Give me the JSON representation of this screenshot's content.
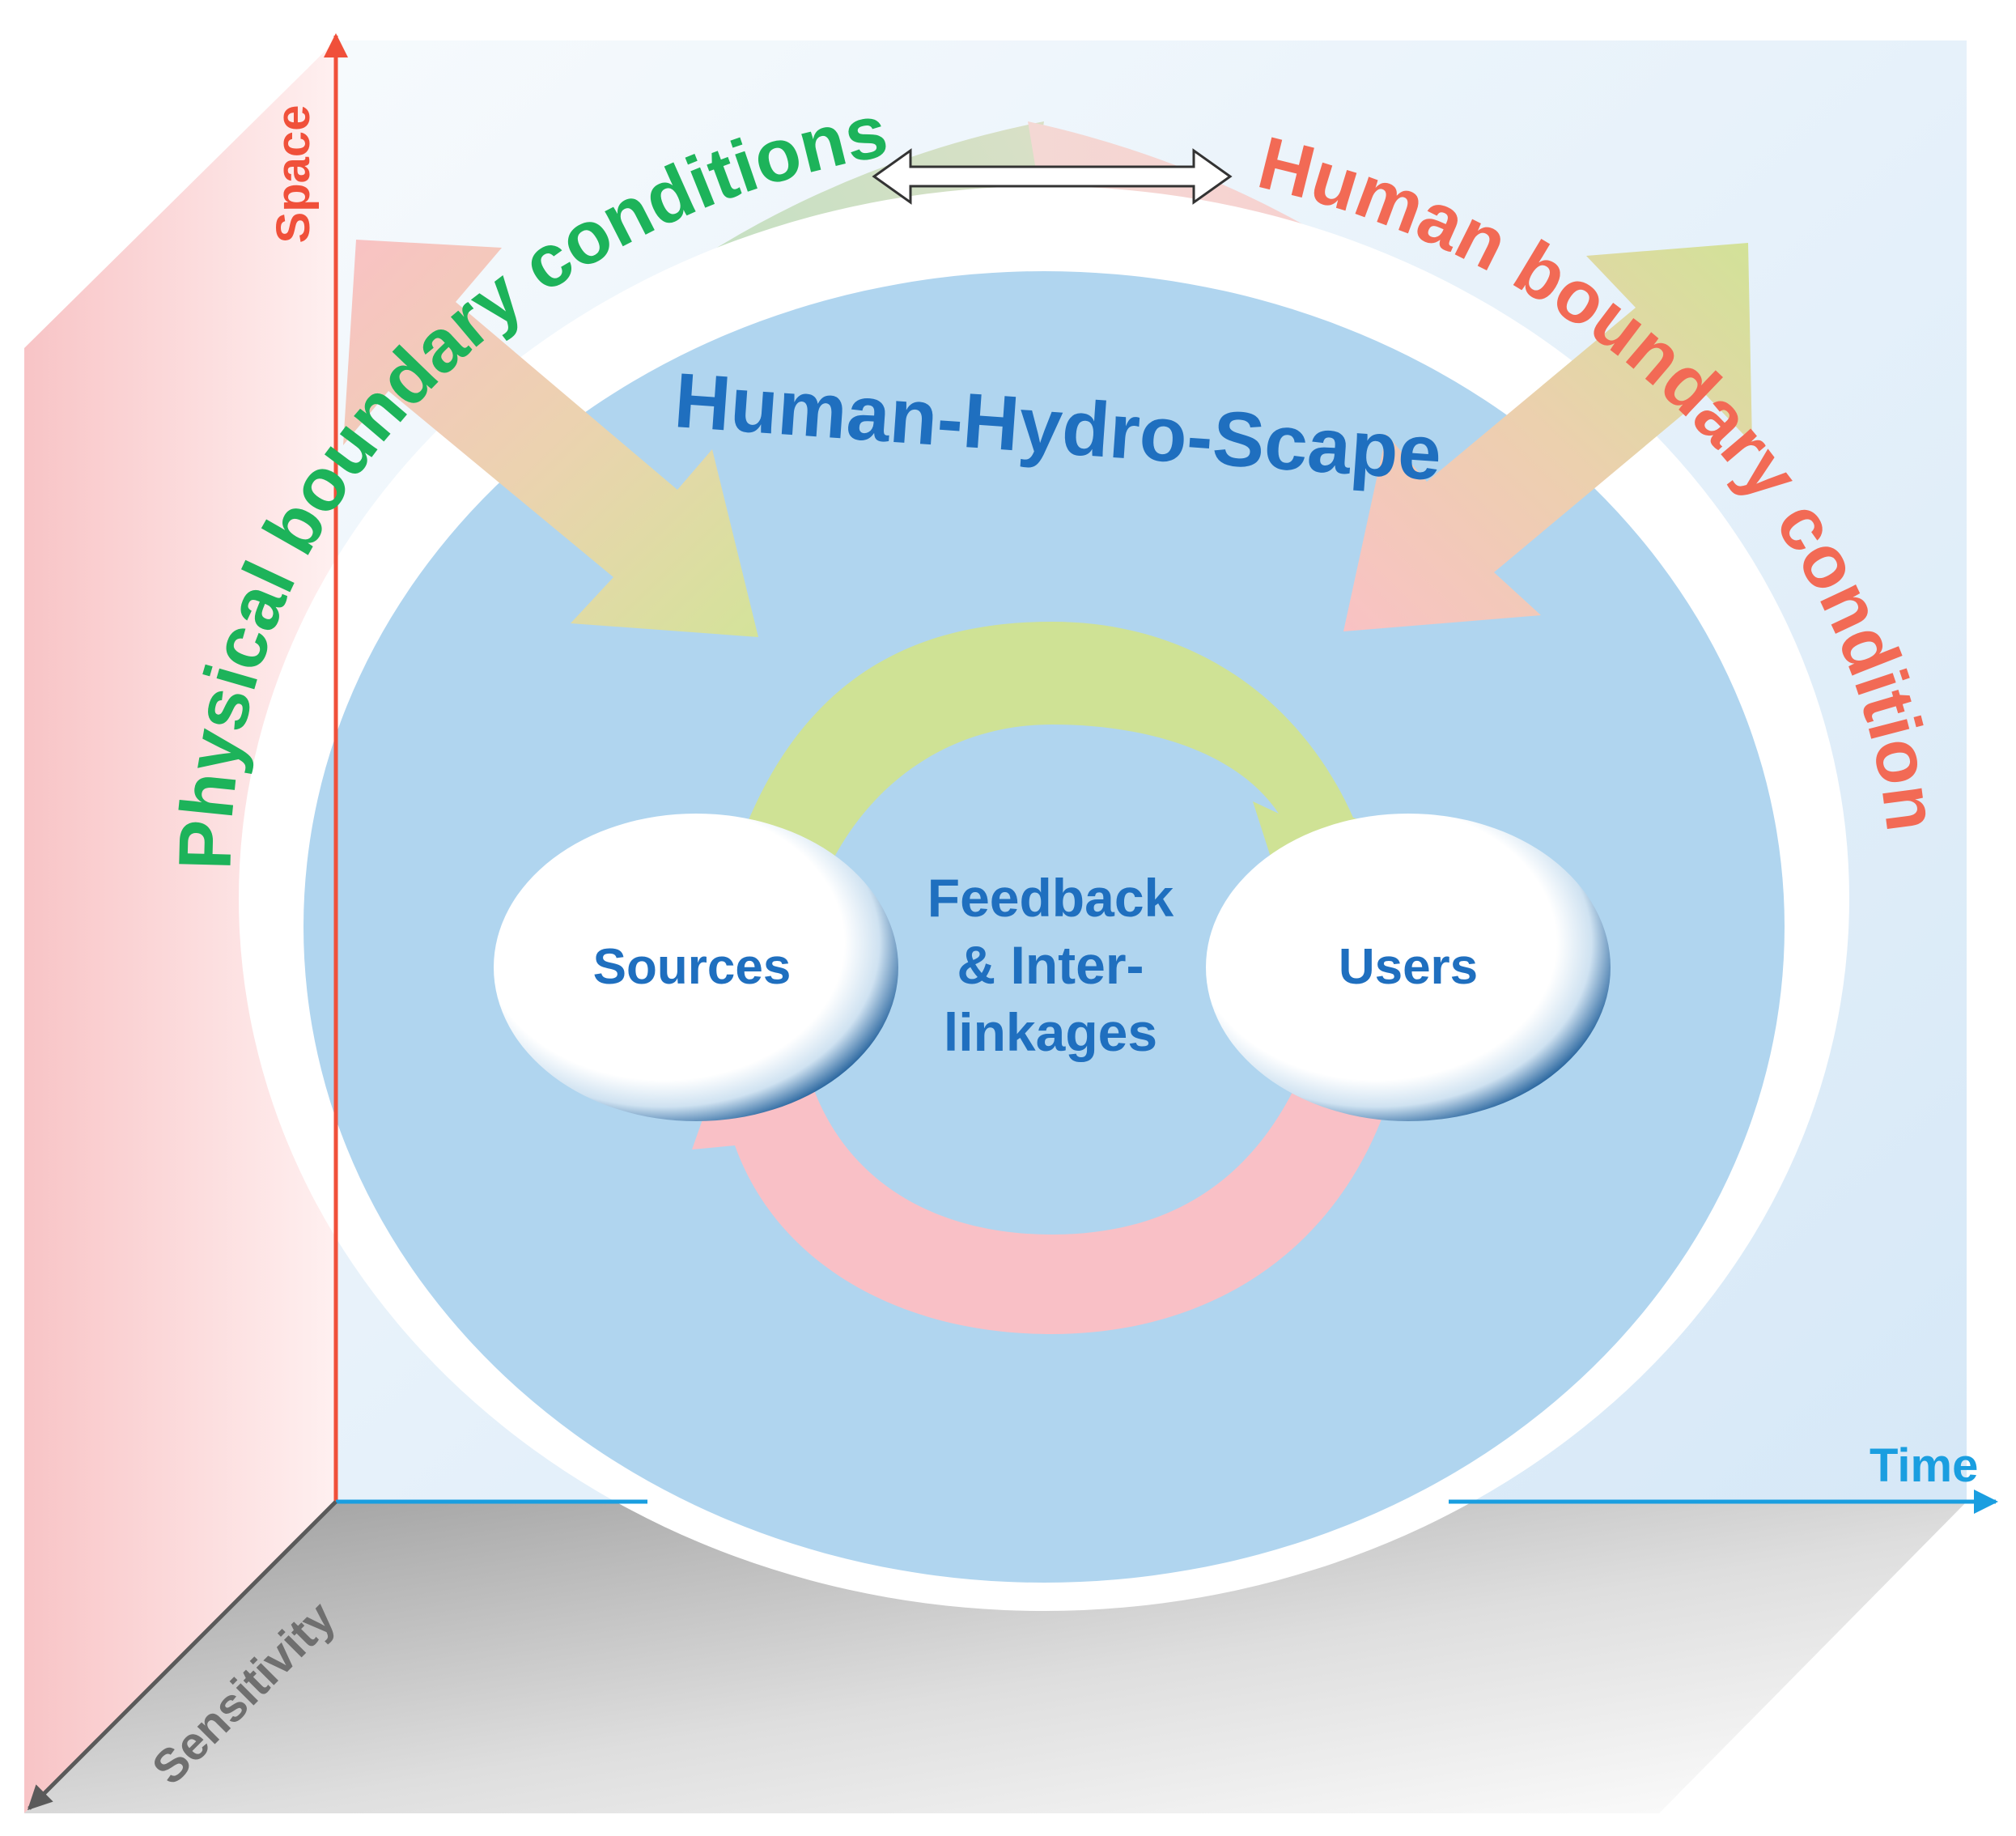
{
  "title": "Human-Hydro-Scape",
  "axes": {
    "space": "Space",
    "time": "Time",
    "sensitivity": "Sensitivity"
  },
  "boundaries": {
    "physical": "Physical boundary conditions",
    "human": "Human boundary conditions"
  },
  "nodes": {
    "sources": "Sources",
    "users": "Users"
  },
  "loop_label": {
    "line1": "Feedback",
    "line2": "& Inter-",
    "line3": "linkages"
  },
  "colors": {
    "space_axis": "#f0503a",
    "time_axis": "#1a9ee0",
    "sensitivity_axis": "#6f6f6f",
    "physical": "#1db35a",
    "human": "#f26a55",
    "scape": "#b0d5ef",
    "scape_text": "#1f6fbf",
    "green_arrow": "#cfe295",
    "pink_arrow": "#f9c0c6"
  }
}
